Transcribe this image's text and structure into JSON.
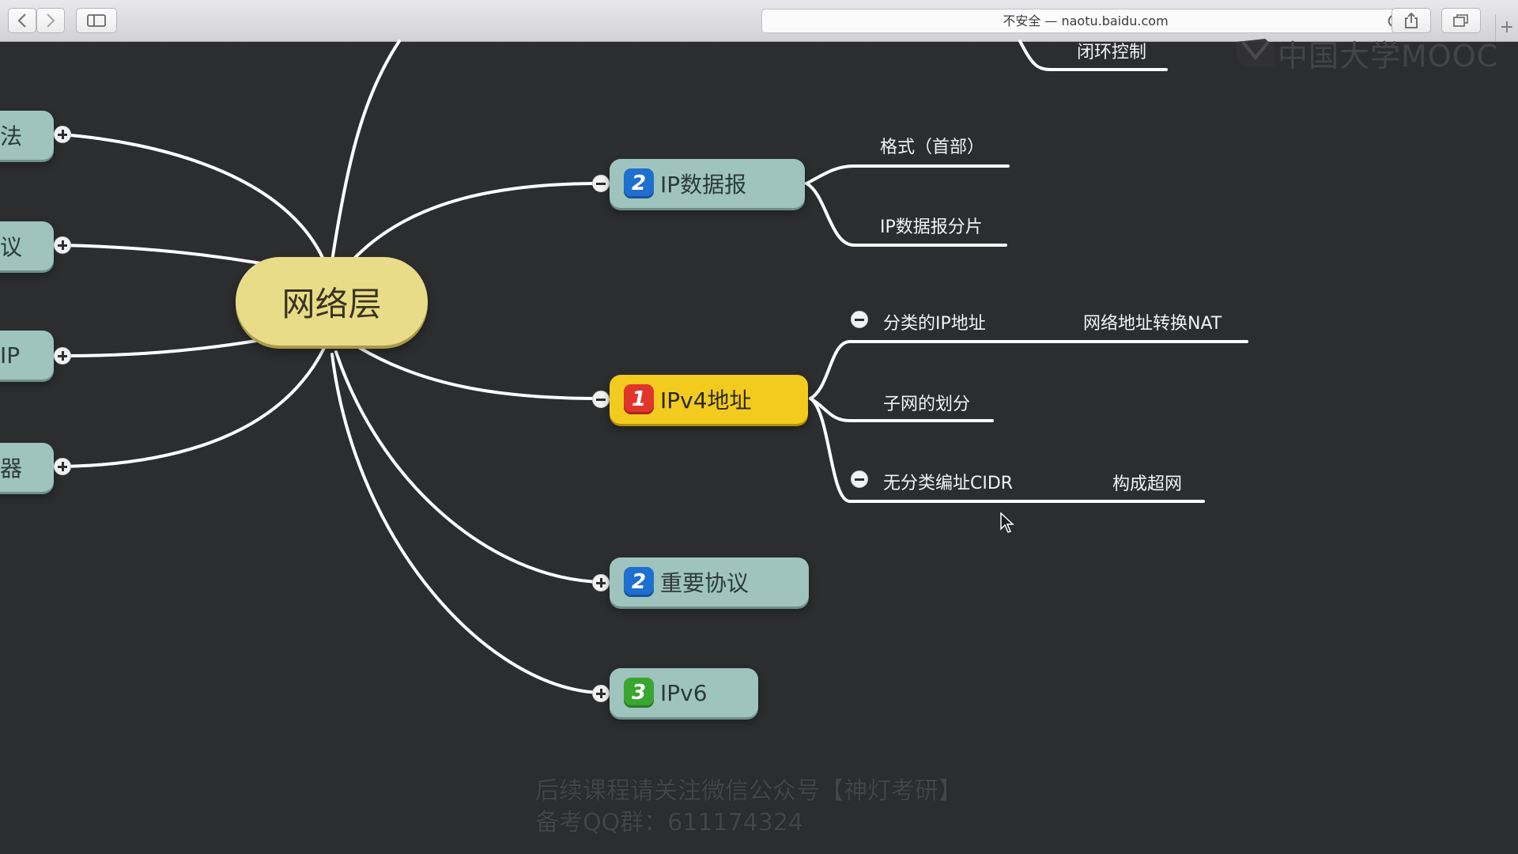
{
  "browser": {
    "url_text": "不安全 — naotu.baidu.com",
    "newtab_label": "+"
  },
  "mindmap": {
    "root": {
      "label": "网络层"
    },
    "left_nodes": [
      {
        "label": "法"
      },
      {
        "label": "议"
      },
      {
        "label": "IP"
      },
      {
        "label": "器"
      }
    ],
    "right_nodes": [
      {
        "badge": "2",
        "label": "IP数据报",
        "badge_color": "#1f6fd1"
      },
      {
        "badge": "1",
        "label": "IPv4地址",
        "badge_color": "#e0352b"
      },
      {
        "badge": "2",
        "label": "重要协议",
        "badge_color": "#1f6fd1"
      },
      {
        "badge": "3",
        "label": "IPv6",
        "badge_color": "#3aa52f"
      }
    ],
    "leaves": {
      "top_partial": "闭环控制",
      "datagram_format": "格式（首部）",
      "datagram_fragment": "IP数据报分片",
      "classful": "分类的IP地址",
      "nat": "网络地址转换NAT",
      "subnet": "子网的划分",
      "cidr": "无分类编址CIDR",
      "supernet": "构成超网"
    },
    "colors": {
      "background": "#2b2d2f",
      "teal_node": "#9ec4bd",
      "active_node": "#f3cb1f",
      "root_node": "#e8dc88"
    }
  },
  "overlay": {
    "logo_text": "中国大学MOOC",
    "notice_line1": "后续课程请关注微信公众号【神灯考研】",
    "notice_line2": "备考QQ群：611174324"
  }
}
